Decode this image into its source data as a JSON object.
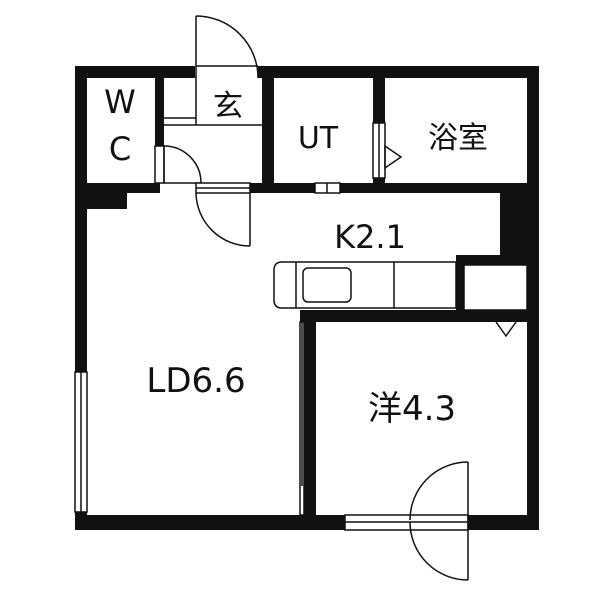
{
  "rooms": {
    "wc": {
      "line1": "W",
      "line2": "C"
    },
    "genkan": "玄",
    "ut": "UT",
    "bath": "浴室",
    "kitchen": "K2.1",
    "living": "LD6.6",
    "western": "洋4.3"
  },
  "colors": {
    "wall": "#111111",
    "line": "#111111",
    "background": "#ffffff"
  }
}
